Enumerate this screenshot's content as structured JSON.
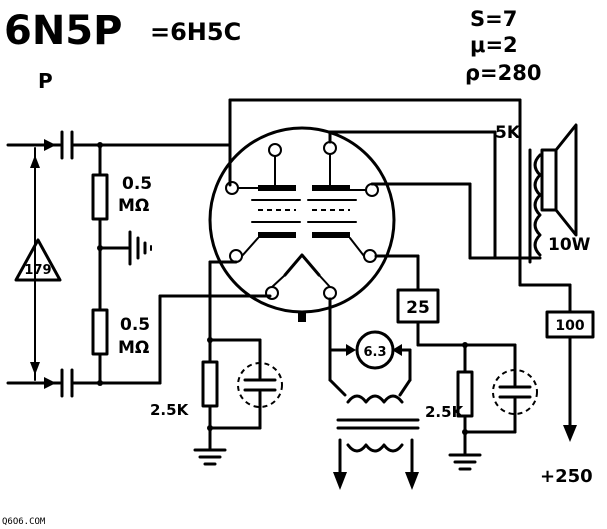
{
  "header": {
    "tube_name": "6N5P",
    "equivalent": "=6H5C",
    "variant": "P"
  },
  "params": {
    "s": "S=7",
    "mu": "μ=2",
    "rho": "ρ=280"
  },
  "labels": {
    "r_top_value": "0.5",
    "r_top_unit": "MΩ",
    "r_bot_value": "0.5",
    "r_bot_unit": "MΩ",
    "amp_marker": "179",
    "cath_left": "2.5K",
    "cath_right": "2.5K",
    "heater_voltage": "6.3",
    "box_25": "25",
    "box_100": "100",
    "speaker_imp": "5K",
    "power": "10W",
    "supply": "+250",
    "watermark": "Q6O6.COM"
  }
}
